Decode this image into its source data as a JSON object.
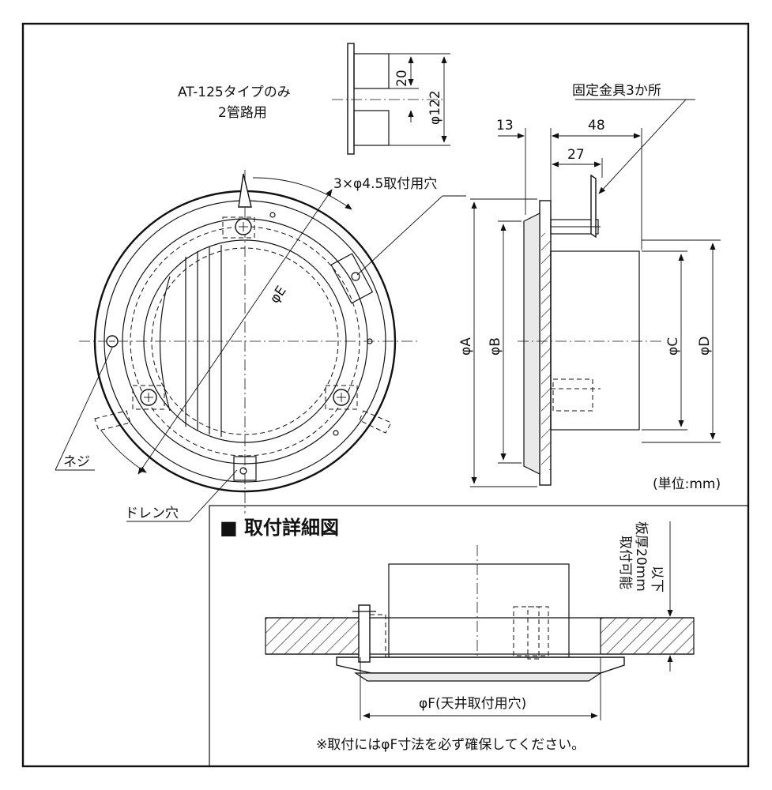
{
  "labels": {
    "at_type_note_line1": "AT-125タイプのみ",
    "at_type_note_line2": "2管路用",
    "dim_20": "20",
    "dim_122": "φ122",
    "fixture": "固定金具3か所",
    "dim_13": "13",
    "dim_48": "48",
    "dim_27": "27",
    "mount_holes": "3×φ4.5取付用穴",
    "phi_e": "φE",
    "phi_a": "φA",
    "phi_b": "φB",
    "phi_c": "φC",
    "phi_d": "φD",
    "screw": "ネジ",
    "drain": "ドレン穴",
    "unit": "(単位:mm)"
  },
  "detail": {
    "title": "■ 取付詳細図",
    "thickness_line1": "取付可能",
    "thickness_line2": "板厚20mm",
    "thickness_line3": "以下",
    "phi_f": "φF(天井取付用穴)",
    "note": "※取付にはφF寸法を必ず確保してください。"
  }
}
